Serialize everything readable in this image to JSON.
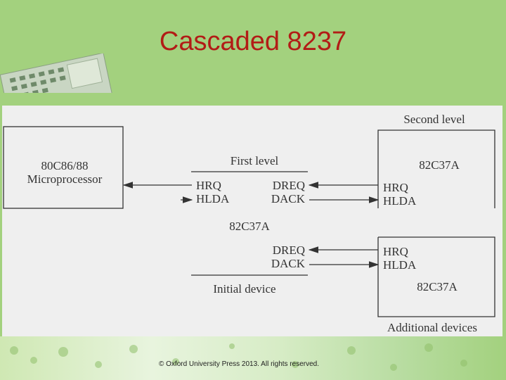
{
  "slide": {
    "title": "Cascaded 8237",
    "copyright": "© Oxford University Press 2013. All rights reserved."
  },
  "diagram": {
    "microprocessor": {
      "line1": "80C86/88",
      "line2": "Microprocessor"
    },
    "first_level": {
      "caption": "First level",
      "hrq": "HRQ",
      "hlda": "HLDA",
      "dreq": "DREQ",
      "dack": "DACK",
      "chip": "82C37A"
    },
    "initial_device": {
      "dreq": "DREQ",
      "dack": "DACK",
      "caption": "Initial device"
    },
    "second_level": {
      "caption": "Second level",
      "chip": "82C37A",
      "hrq": "HRQ",
      "hlda": "HLDA"
    },
    "additional": {
      "hrq": "HRQ",
      "hlda": "HLDA",
      "chip": "82C37A",
      "caption": "Additional devices"
    }
  },
  "colors": {
    "title": "#b21c16",
    "background": "#a3d17e",
    "figure": "#efefef"
  }
}
